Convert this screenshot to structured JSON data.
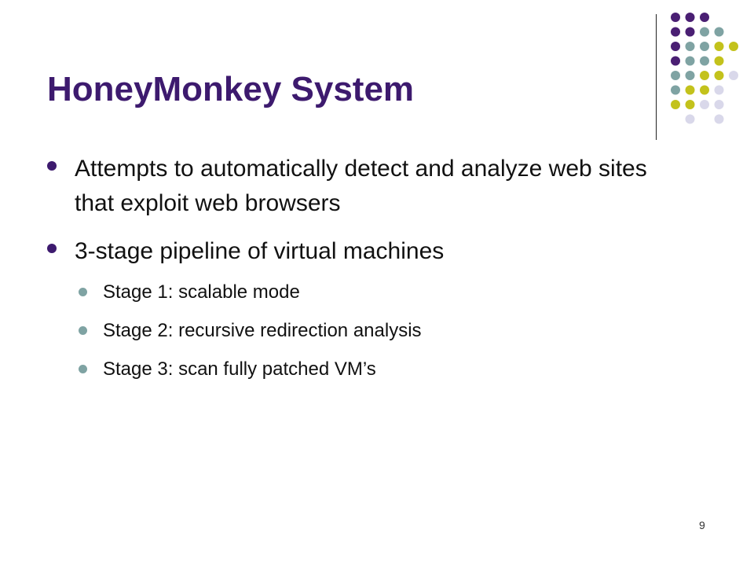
{
  "slide": {
    "title": "HoneyMonkey System",
    "page_number": "9",
    "bullets": [
      {
        "text": "Attempts to automatically detect and analyze web sites that exploit web browsers",
        "level": 1
      },
      {
        "text": "3-stage pipeline of virtual machines",
        "level": 1
      },
      {
        "text": "Stage 1: scalable mode",
        "level": 2
      },
      {
        "text": "Stage 2: recursive redirection analysis",
        "level": 2
      },
      {
        "text": "Stage 3: scan fully patched VM’s",
        "level": 2
      }
    ]
  },
  "colors": {
    "title": "#3d1a6e",
    "dot_purple": "#4a1f73",
    "dot_teal": "#7fa3a3",
    "dot_yellow": "#c3c21c",
    "dot_lavender": "#d9d8ea",
    "bullet_level1": "#3d1a6e",
    "bullet_level2": "#7fa3a3"
  },
  "decoration": {
    "dot_grid": [
      [
        "purple",
        "purple",
        "purple",
        "",
        ""
      ],
      [
        "purple",
        "purple",
        "teal",
        "teal",
        ""
      ],
      [
        "purple",
        "teal",
        "teal",
        "yellow",
        "yellow"
      ],
      [
        "purple",
        "teal",
        "teal",
        "yellow",
        ""
      ],
      [
        "teal",
        "teal",
        "yellow",
        "yellow",
        "lavender"
      ],
      [
        "teal",
        "yellow",
        "yellow",
        "lavender",
        ""
      ],
      [
        "yellow",
        "yellow",
        "lavender",
        "lavender",
        ""
      ],
      [
        "",
        "lavender",
        "",
        "lavender",
        ""
      ]
    ]
  }
}
